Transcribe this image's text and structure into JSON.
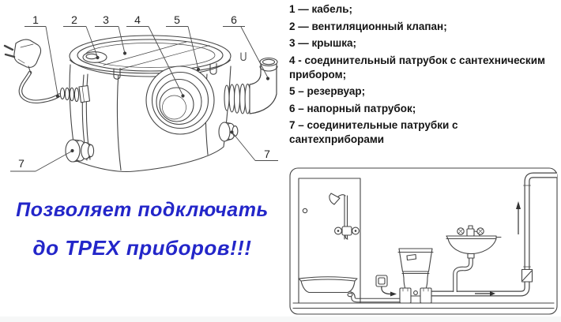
{
  "diagram": {
    "callouts": [
      "1",
      "2",
      "3",
      "4",
      "5",
      "6",
      "7",
      "7"
    ]
  },
  "legend": {
    "items": [
      "1 — кабель;",
      "2 — вентиляционный клапан;",
      "3 — крышка;",
      "4 - соединительный патрубок с сантехническим прибором;",
      "5 – резервуар;",
      "6 – напорный патрубок;",
      "7 – соединительные патрубки с сантехприборами"
    ]
  },
  "slogan": {
    "line1": "Позволяет подключать",
    "line2": "до ТРЕХ приборов!!!",
    "color": "#2326c9"
  },
  "colors": {
    "line_art": "#454545",
    "background": "#ffffff",
    "legend_text": "#141414"
  }
}
